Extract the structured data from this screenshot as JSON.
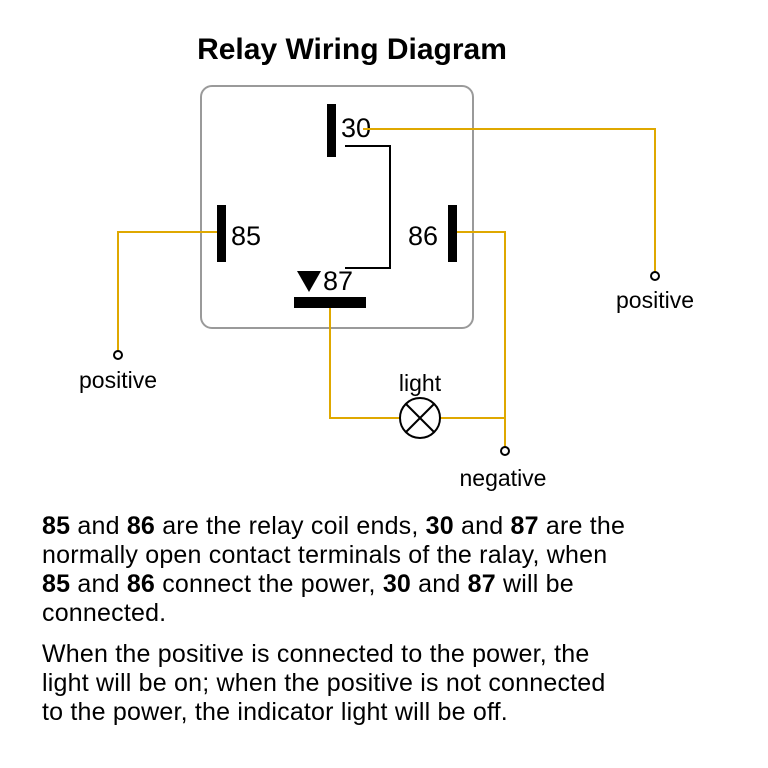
{
  "title": "Relay Wiring Diagram",
  "relay": {
    "terminal_30": "30",
    "terminal_85": "85",
    "terminal_86": "86",
    "terminal_87": "87"
  },
  "wire_labels": {
    "positive_right": "positive",
    "positive_left": "positive",
    "light": "light",
    "negative": "negative"
  },
  "colors": {
    "wire": "#dfa800",
    "terminal_bar": "#000000",
    "relay_outline": "#9a9a9a"
  },
  "description": {
    "p1_line1": [
      {
        "text": "85",
        "bold": true
      },
      {
        "text": " and ",
        "bold": false
      },
      {
        "text": "86",
        "bold": true
      },
      {
        "text": " are the relay coil ends, ",
        "bold": false
      },
      {
        "text": "30",
        "bold": true
      },
      {
        "text": " and ",
        "bold": false
      },
      {
        "text": "87",
        "bold": true
      },
      {
        "text": " are the",
        "bold": false
      }
    ],
    "p1_line2": [
      {
        "text": "normally open contact terminals of the ralay, when",
        "bold": false
      }
    ],
    "p1_line3": [
      {
        "text": "85",
        "bold": true
      },
      {
        "text": " and ",
        "bold": false
      },
      {
        "text": "86",
        "bold": true
      },
      {
        "text": " connect the power, ",
        "bold": false
      },
      {
        "text": "30",
        "bold": true
      },
      {
        "text": " and ",
        "bold": false
      },
      {
        "text": "87",
        "bold": true
      },
      {
        "text": " will be",
        "bold": false
      }
    ],
    "p1_line4": [
      {
        "text": "connected.",
        "bold": false
      }
    ],
    "p2_line1": [
      {
        "text": "When the positive is connected to the power, the",
        "bold": false
      }
    ],
    "p2_line2": [
      {
        "text": "light will be on; when the positive is not connected",
        "bold": false
      }
    ],
    "p2_line3": [
      {
        "text": "to the power, the indicator light will be off.",
        "bold": false
      }
    ]
  }
}
